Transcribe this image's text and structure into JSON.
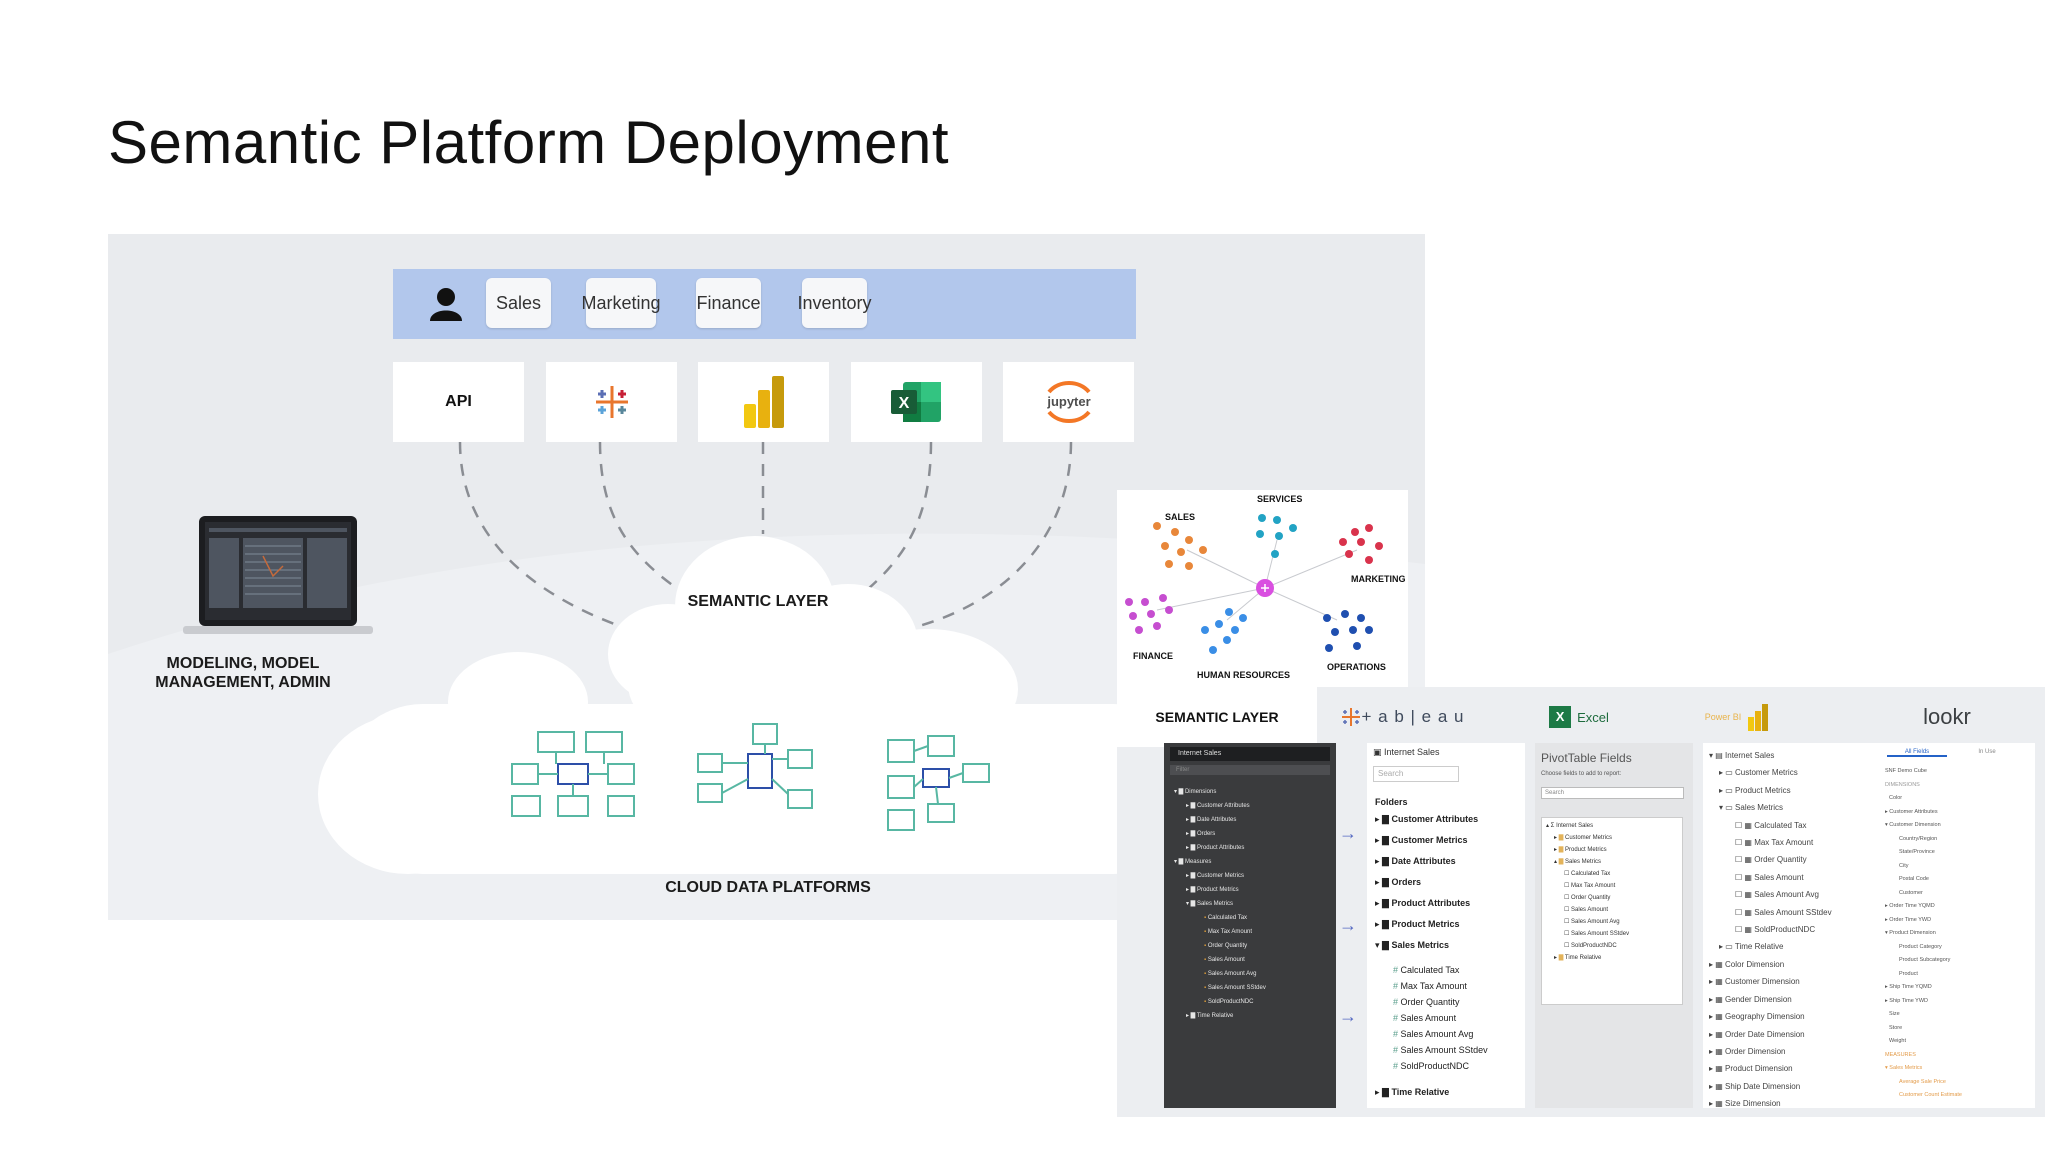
{
  "title": "Semantic Platform Deployment",
  "diagram": {
    "personas": [
      "Sales",
      "Marketing",
      "Finance",
      "Inventory"
    ],
    "tools": {
      "api": "API",
      "tableau": "tableau",
      "powerbi": "powerbi",
      "excel": "excel",
      "jupyter": "jupyter"
    },
    "semantic_layer": "SEMANTIC LAYER",
    "cloud_platforms": "CLOUD DATA PLATFORMS",
    "modeling_line1": "MODELING, MODEL",
    "modeling_line2": "MANAGEMENT, ADMIN"
  },
  "network": {
    "sales": "SALES",
    "services": "SERVICES",
    "marketing": "MARKETING",
    "finance": "FINANCE",
    "human_resources": "HUMAN RESOURCES",
    "operations": "OPERATIONS",
    "colors": {
      "sales": "#e8873a",
      "services": "#22a3c4",
      "marketing": "#d9334c",
      "finance": "#c64ed0",
      "hr": "#3a8ee6",
      "operations": "#1f4fb0",
      "hub": "#d94fe0"
    }
  },
  "panel": {
    "semantic_layer_header": "SEMANTIC LAYER",
    "tableau_header": "+ a b | e a u",
    "excel_header": "Excel",
    "powerbi_header": "Power BI",
    "looker_header": "lookr",
    "semantic": {
      "model": "Internet Sales",
      "filter": "Filter",
      "items": [
        "Dimensions",
        "Customer Attributes",
        "Date Attributes",
        "Orders",
        "Product Attributes",
        "Measures",
        "Customer Metrics",
        "Product Metrics",
        "Sales Metrics",
        "Calculated Tax",
        "Max Tax Amount",
        "Order Quantity",
        "Sales Amount",
        "Sales Amount Avg",
        "Sales Amount SStdev",
        "SoldProductNDC",
        "Time Relative"
      ]
    },
    "tableau": {
      "source": "Internet Sales",
      "search": "Search",
      "folders_label": "Folders",
      "folders": [
        "Customer Attributes",
        "Customer Metrics",
        "Date Attributes",
        "Orders",
        "Product Attributes",
        "Product Metrics",
        "Sales Metrics"
      ],
      "measures": [
        "Calculated Tax",
        "Max Tax Amount",
        "Order Quantity",
        "Sales Amount",
        "Sales Amount Avg",
        "Sales Amount SStdev",
        "SoldProductNDC"
      ],
      "time_relative": "Time Relative"
    },
    "excel": {
      "pane_title": "PivotTable Fields",
      "subtitle": "Choose fields to add to report:",
      "search": "Search",
      "items": [
        "Internet Sales",
        "Customer Metrics",
        "Product Metrics",
        "Sales Metrics",
        "Calculated Tax",
        "Max Tax Amount",
        "Order Quantity",
        "Sales Amount",
        "Sales Amount Avg",
        "Sales Amount SStdev",
        "SoldProductNDC",
        "Time Relative"
      ]
    },
    "powerbi": {
      "items": [
        "Internet Sales",
        "Customer Metrics",
        "Product Metrics",
        "Sales Metrics",
        "Calculated Tax",
        "Max Tax Amount",
        "Order Quantity",
        "Sales Amount",
        "Sales Amount Avg",
        "Sales Amount SStdev",
        "SoldProductNDC",
        "Time Relative",
        "Color Dimension",
        "Customer Dimension",
        "Gender Dimension",
        "Geography Dimension",
        "Order Date Dimension",
        "Order Dimension",
        "Product Dimension",
        "Ship Date Dimension",
        "Size Dimension"
      ]
    },
    "looker": {
      "tab_all": "All Fields",
      "tab_in_use": "In Use",
      "model": "SNF Demo Cube",
      "items": [
        "DIMENSIONS",
        "Color",
        "Customer Attributes",
        "Customer Dimension",
        "Country/Region",
        "State/Province",
        "City",
        "Postal Code",
        "Customer",
        "Order Time YQMD",
        "Order Time YWD",
        "Product Dimension",
        "Product Category",
        "Product Subcategory",
        "Product",
        "Ship Time YQMD",
        "Ship Time YWD",
        "Size",
        "Store",
        "Weight",
        "MEASURES",
        "Sales Metrics",
        "Average Sale Price",
        "Customer Count Estimate"
      ]
    }
  }
}
